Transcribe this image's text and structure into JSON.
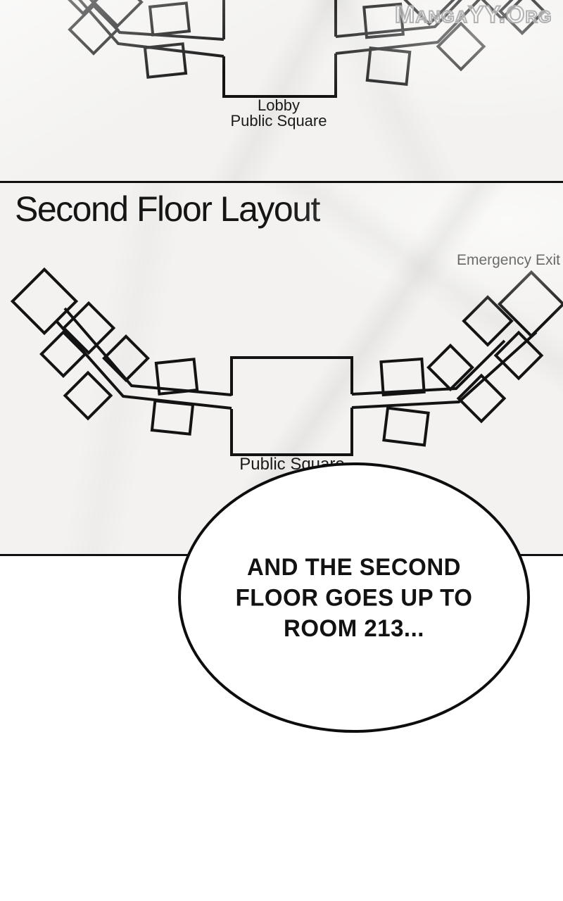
{
  "watermark": {
    "text": "MangaYY.Org"
  },
  "first_floor_panel": {
    "room_label": {
      "line1": "Lobby",
      "line2": "Public Square"
    }
  },
  "second_floor_panel": {
    "title": "Second Floor Layout",
    "emergency_exit_label": "Emergency Exit",
    "room_label": "Public Square"
  },
  "speech_bubble": {
    "line1": "AND THE SECOND",
    "line2": "FLOOR GOES UP TO",
    "line3": "ROOM 213..."
  },
  "colors": {
    "ink": "#131313",
    "paper": "#f3f2f0",
    "panel_border": "#101010",
    "watermark_outline": "#b2b2b2",
    "bubble_fill": "#ffffff"
  }
}
